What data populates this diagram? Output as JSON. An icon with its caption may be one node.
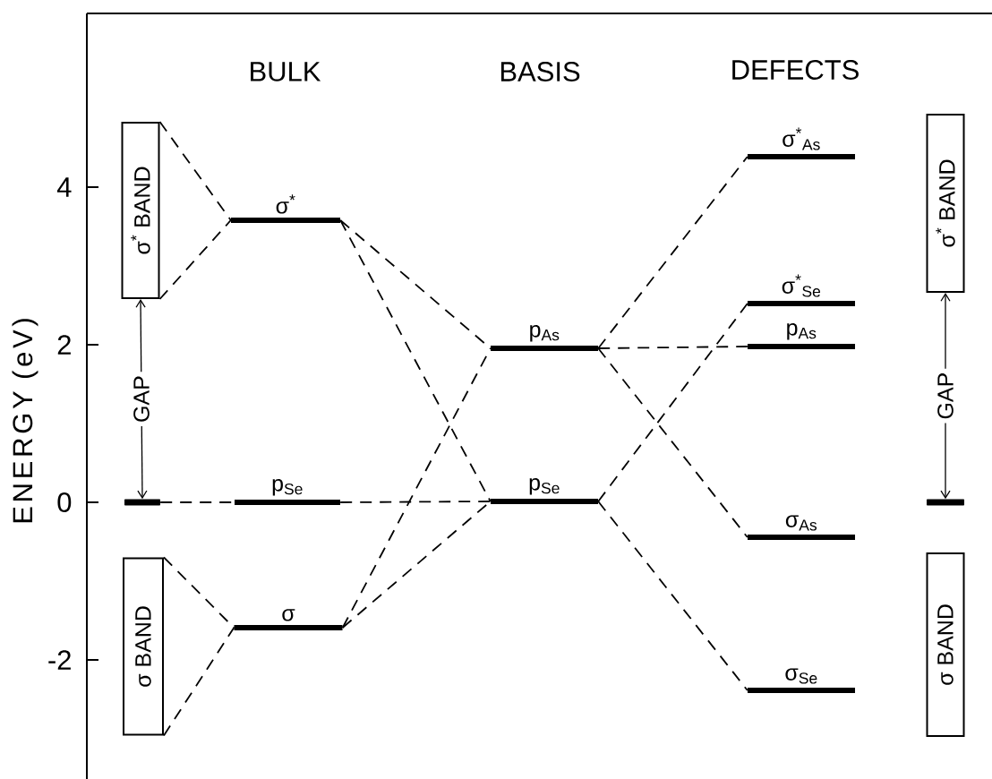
{
  "diagram": {
    "nodes": [
      {
        "text": [
          "σ$^{*}$ BAND"
        ]
      },
      {
        "text": [],
        "shape": "bar"
      },
      {
        "text": [
          "σ BAND"
        ]
      },
      {
        "text": [
          "σ$^{*}$"
        ]
      },
      {
        "text": [
          "p$_{Se}$"
        ]
      },
      {
        "text": [
          "σ"
        ]
      },
      {
        "text": [
          "p$_{As}$"
        ]
      },
      {
        "text": [
          "p$_{Se}$"
        ]
      },
      {
        "text": [
          "σ$^{*}$$_{As}$"
        ]
      },
      {
        "text": [
          "σ$^{*}$$_{Se}$"
        ]
      },
      {
        "text": [
          "p$_{As}$"
        ]
      },
      {
        "text": [
          "σ$_{As}$"
        ]
      },
      {
        "text": [
          "σ$_{Se}$"
        ]
      },
      {
        "text": [
          "σ$^{*}$ BAND"
        ]
      },
      {
        "text": [],
        "shape": "bar"
      },
      {
        "text": [
          "σ BAND"
        ]
      }
    ],
    "edges": [
      {
        "from": 0,
        "to": 3,
        "arrow": "none",
        "style": "dashed"
      },
      {
        "from": 0,
        "to": 3,
        "arrow": "none",
        "style": "dashed"
      },
      {
        "from": 1,
        "to": 4,
        "arrow": "none",
        "style": "dashed"
      },
      {
        "from": 2,
        "to": 5,
        "arrow": "none",
        "style": "dashed"
      },
      {
        "from": 2,
        "to": 5,
        "arrow": "none",
        "style": "dashed"
      },
      {
        "from": 4,
        "to": 7,
        "arrow": "none",
        "style": "dashed"
      },
      {
        "from": 3,
        "to": 6,
        "arrow": "none",
        "style": "dashed"
      },
      {
        "from": 3,
        "to": 7,
        "arrow": "none",
        "style": "dashed"
      },
      {
        "from": 5,
        "to": 6,
        "arrow": "none",
        "style": "dashed"
      },
      {
        "from": 5,
        "to": 7,
        "arrow": "none",
        "style": "dashed"
      },
      {
        "from": 6,
        "to": 8,
        "arrow": "none",
        "style": "dashed"
      },
      {
        "from": 6,
        "to": 10,
        "arrow": "none",
        "style": "dashed"
      },
      {
        "from": 6,
        "to": 11,
        "arrow": "none",
        "style": "dashed"
      },
      {
        "from": 7,
        "to": 9,
        "arrow": "none",
        "style": "dashed"
      },
      {
        "from": 7,
        "to": 12,
        "arrow": "none",
        "style": "dashed"
      },
      {
        "from": 0,
        "to": 1,
        "arrow": "both",
        "label": "GAP"
      },
      {
        "from": 13,
        "to": 14,
        "arrow": "both",
        "label": "GAP"
      }
    ],
    "labels": [
      "BULK",
      "BASIS",
      "DEFECTS",
      "4",
      "2",
      "0",
      "-2",
      "ENERGY (eV)"
    ]
  }
}
